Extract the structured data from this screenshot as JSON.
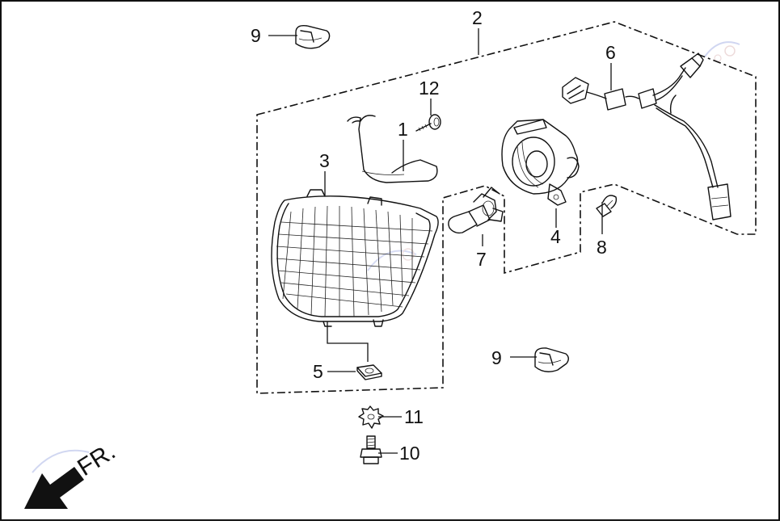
{
  "diagram": {
    "direction_label": "FR.",
    "callouts": [
      {
        "id": "c1",
        "label": "1"
      },
      {
        "id": "c2",
        "label": "2"
      },
      {
        "id": "c3",
        "label": "3"
      },
      {
        "id": "c4",
        "label": "4"
      },
      {
        "id": "c5",
        "label": "5"
      },
      {
        "id": "c6",
        "label": "6"
      },
      {
        "id": "c7",
        "label": "7"
      },
      {
        "id": "c8",
        "label": "8"
      },
      {
        "id": "c9a",
        "label": "9"
      },
      {
        "id": "c9b",
        "label": "9"
      },
      {
        "id": "c10",
        "label": "10"
      },
      {
        "id": "c11",
        "label": "11"
      },
      {
        "id": "c12",
        "label": "12"
      }
    ]
  }
}
